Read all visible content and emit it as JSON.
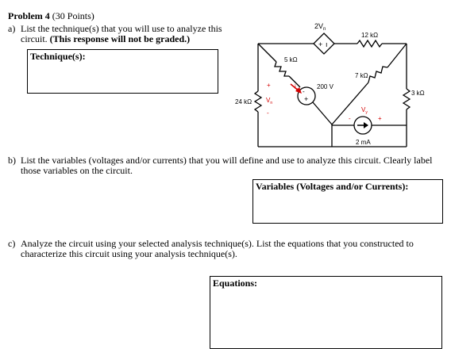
{
  "problem": {
    "title_bold": "Problem 4",
    "title_points": "(30 Points)"
  },
  "part_a": {
    "letter": "a)",
    "line1": "List the technique(s) that you will use to analyze this",
    "line2_plain": "circuit.",
    "line2_bold": "(This response will not be graded.)",
    "box_label": "Technique(s):"
  },
  "part_b": {
    "letter": "b)",
    "line1": "List the variables (voltages and/or currents) that you will define and use to analyze this circuit.  Clearly label",
    "line2": "those variables on the circuit.",
    "box_label": "Variables (Voltages and/or Currents):"
  },
  "part_c": {
    "letter": "c)",
    "line1": "Analyze the circuit using your selected analysis technique(s).  List the equations that you constructed to",
    "line2": "characterize this circuit using your analysis technique(s).",
    "box_label": "Equations:"
  },
  "circuit": {
    "dep_source_label": "2V",
    "dep_source_sub": "n",
    "r_12k": "12 kΩ",
    "r_5k": "5 kΩ",
    "r_7k": "7 kΩ",
    "r_3k": "3 kΩ",
    "r_24k": "24 kΩ",
    "v_200": "200 V",
    "current_source": "2 mA",
    "vn_label": "V",
    "vn_sub": "n",
    "vy_label": "V",
    "vy_sub": "y",
    "ix_label": "i",
    "ix_sub": "x",
    "plus": "+",
    "minus": "-",
    "colors": {
      "annotation": "#d40000",
      "wire": "#000000"
    }
  }
}
